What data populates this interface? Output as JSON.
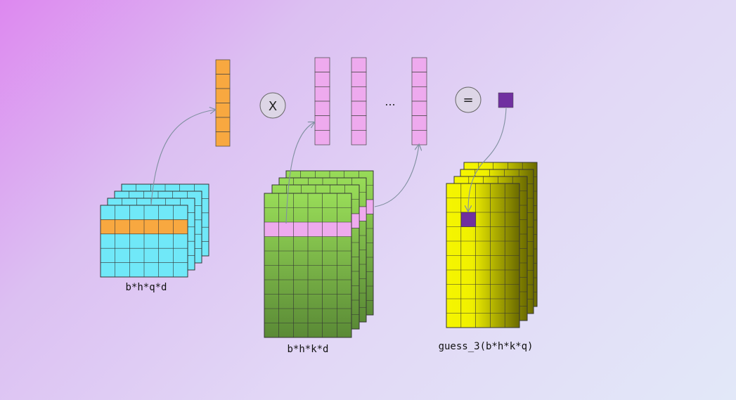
{
  "tensor_q": {
    "label": "b*h*q*d",
    "color": "#70e8f8",
    "highlight_color": "#f8a840"
  },
  "tensor_k": {
    "label": "b*h*k*d",
    "color_top": "#98dc58",
    "color_bottom": "#5a8a36",
    "highlight_color": "#eeaaee"
  },
  "tensor_out": {
    "label": "guess_3(b*h*k*q)",
    "color_left": "#f6f600",
    "color_right": "#6a6a00",
    "highlight_color": "#7030a0"
  },
  "ops": {
    "multiply": "X",
    "equals": "=",
    "ellipsis": "..."
  },
  "colors": {
    "query_vector": "#f8a840",
    "key_vectors": "#eeaaee",
    "result_cell": "#7030a0",
    "arrow": "#8090a0",
    "grid_line": "#333333"
  }
}
